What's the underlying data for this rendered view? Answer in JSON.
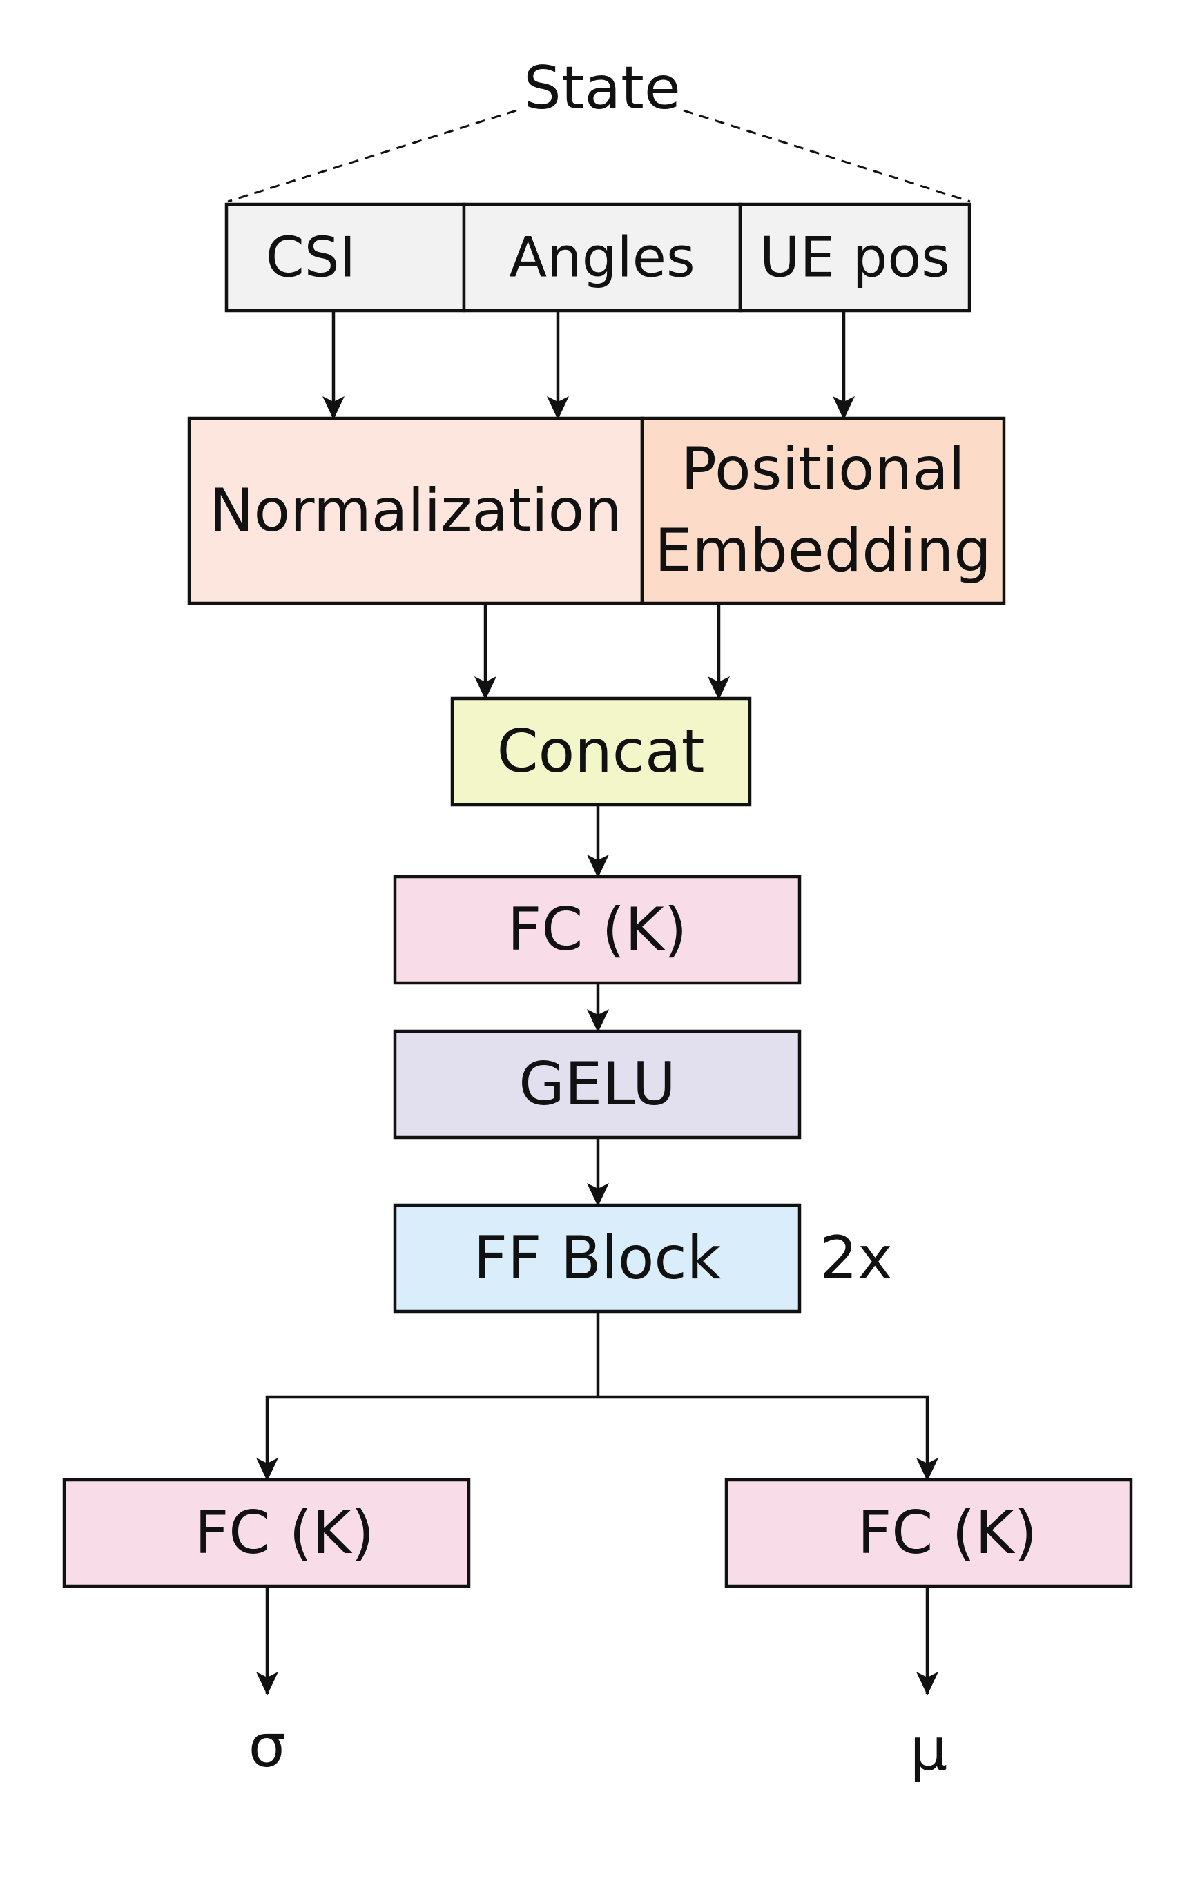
{
  "diagram": {
    "state_label": "State",
    "inputs": {
      "csi": "CSI",
      "angles": "Angles",
      "ue_pos": "UE pos"
    },
    "normalization": "Normalization",
    "positional_embedding": [
      "Positional",
      "Embedding"
    ],
    "concat": "Concat",
    "fc_main": "FC (K)",
    "gelu": "GELU",
    "ff_block": "FF Block",
    "ff_repeat": "2x",
    "fc_left": "FC (K)",
    "fc_right": "FC (K)",
    "output_sigma": "σ",
    "output_mu": "μ"
  },
  "colors": {
    "input_fill": "#f2f2f2",
    "normalization_fill": "#fde6de",
    "positional_fill": "#fcdcc9",
    "concat_fill": "#f3f6c8",
    "fc_fill": "#f8dde9",
    "gelu_fill": "#e2e0ee",
    "ffblock_fill": "#d9eefa"
  }
}
